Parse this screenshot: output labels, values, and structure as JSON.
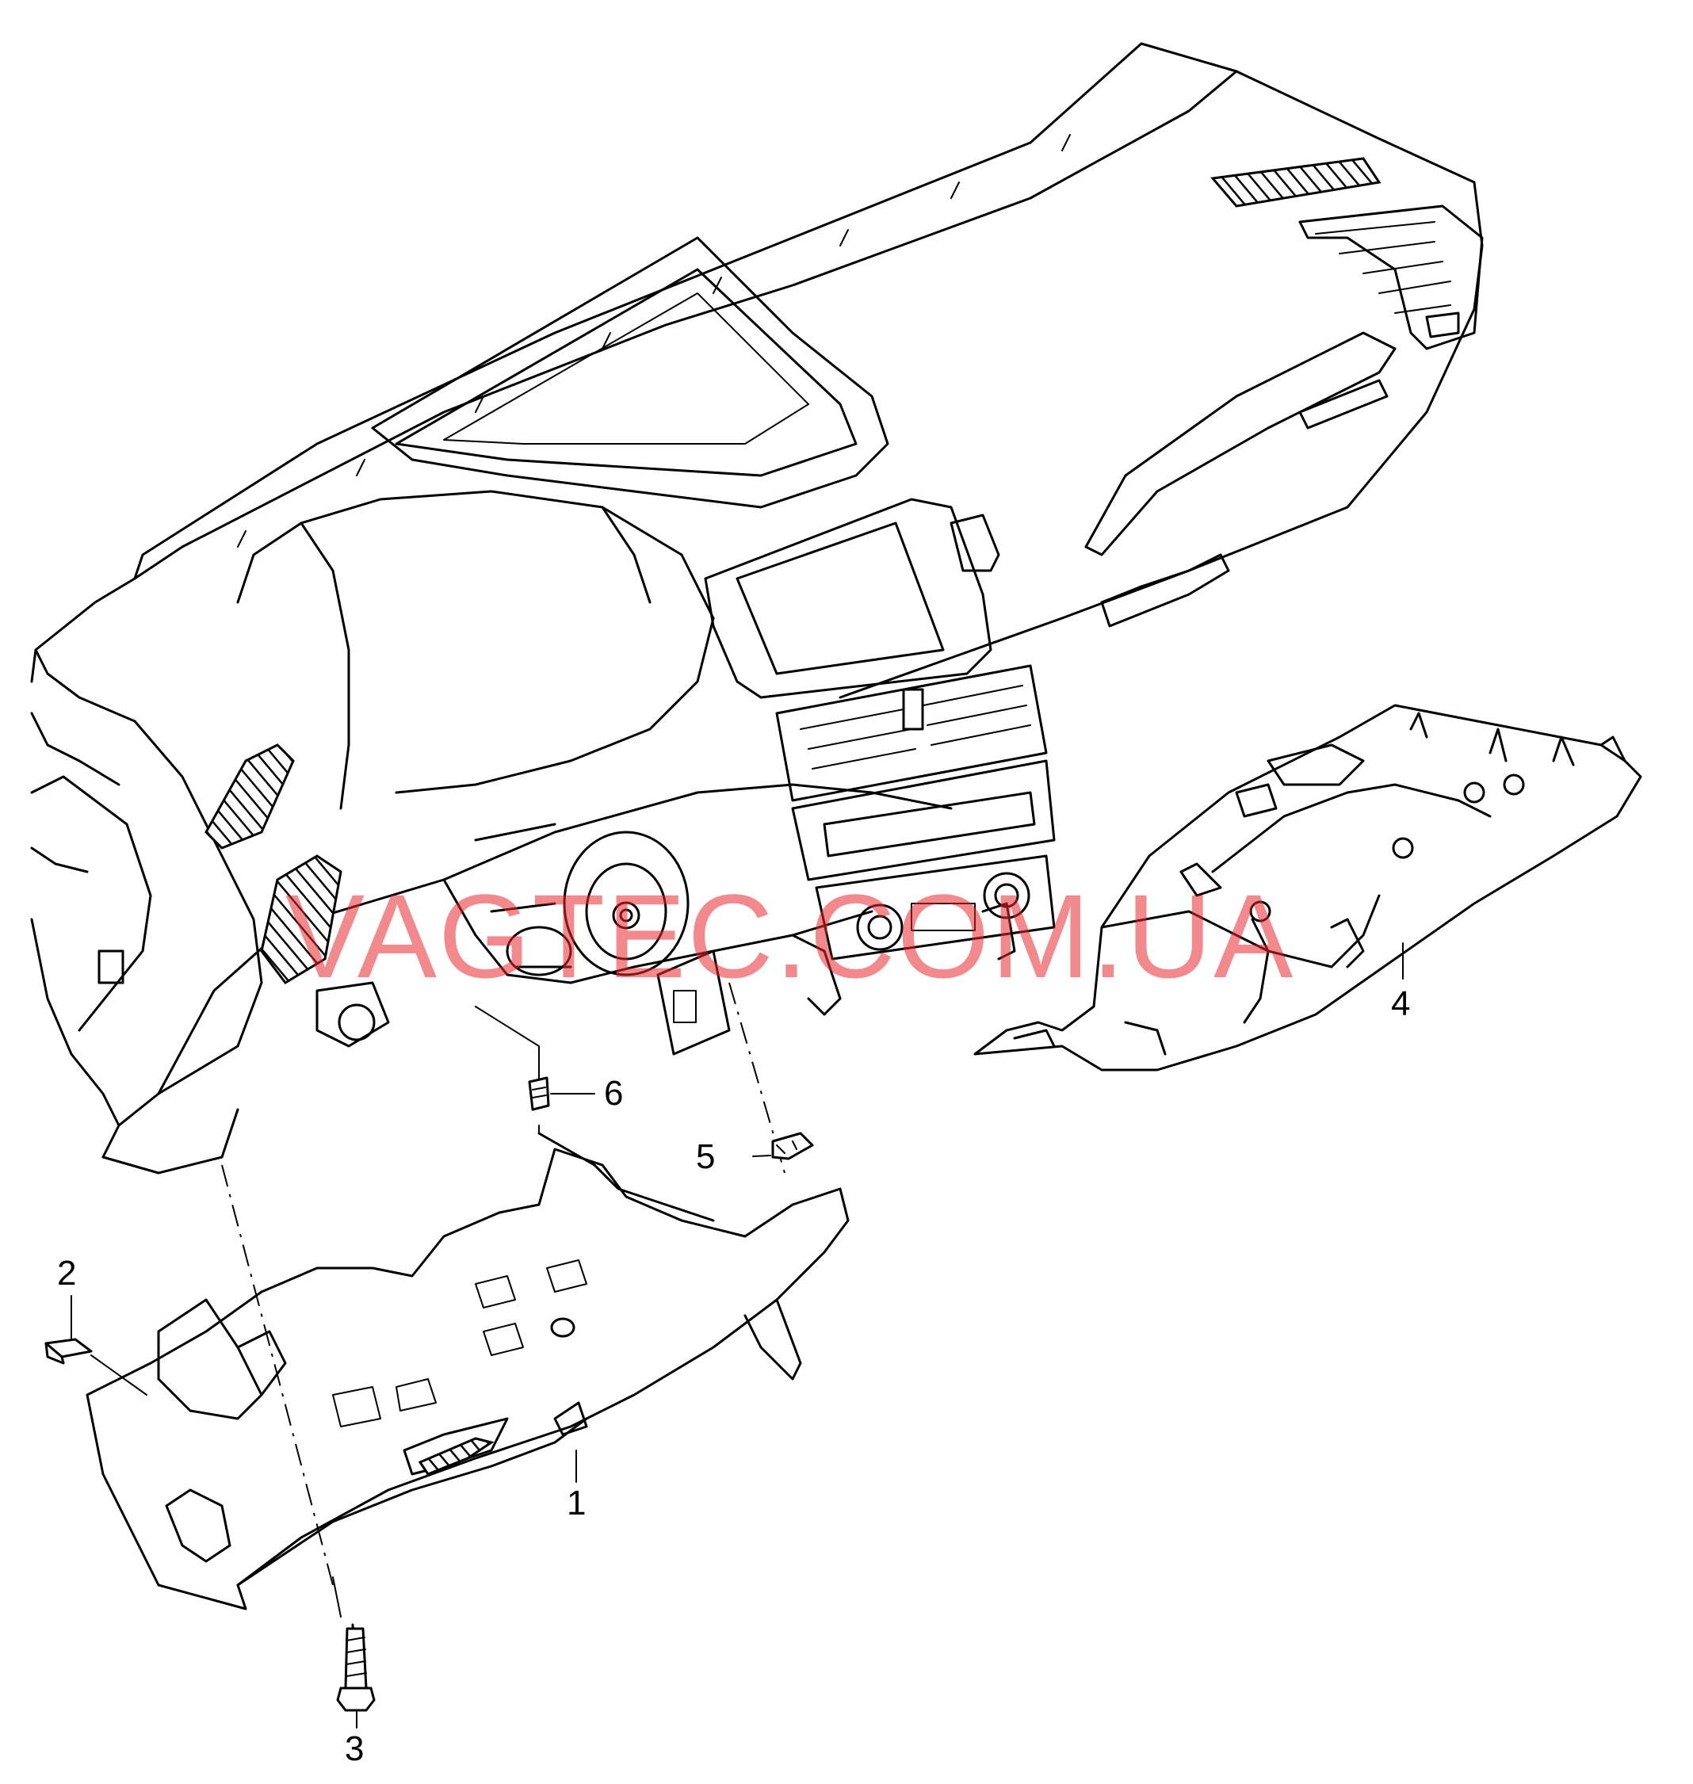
{
  "watermark": "VAGTEC.COM.UA",
  "callouts": [
    {
      "id": "1",
      "label": "1"
    },
    {
      "id": "2",
      "label": "2"
    },
    {
      "id": "3",
      "label": "3"
    },
    {
      "id": "4",
      "label": "4"
    },
    {
      "id": "5",
      "label": "5"
    },
    {
      "id": "6",
      "label": "6"
    }
  ],
  "colors": {
    "line": "#000000",
    "watermark": "#e82830",
    "background": "#ffffff"
  }
}
